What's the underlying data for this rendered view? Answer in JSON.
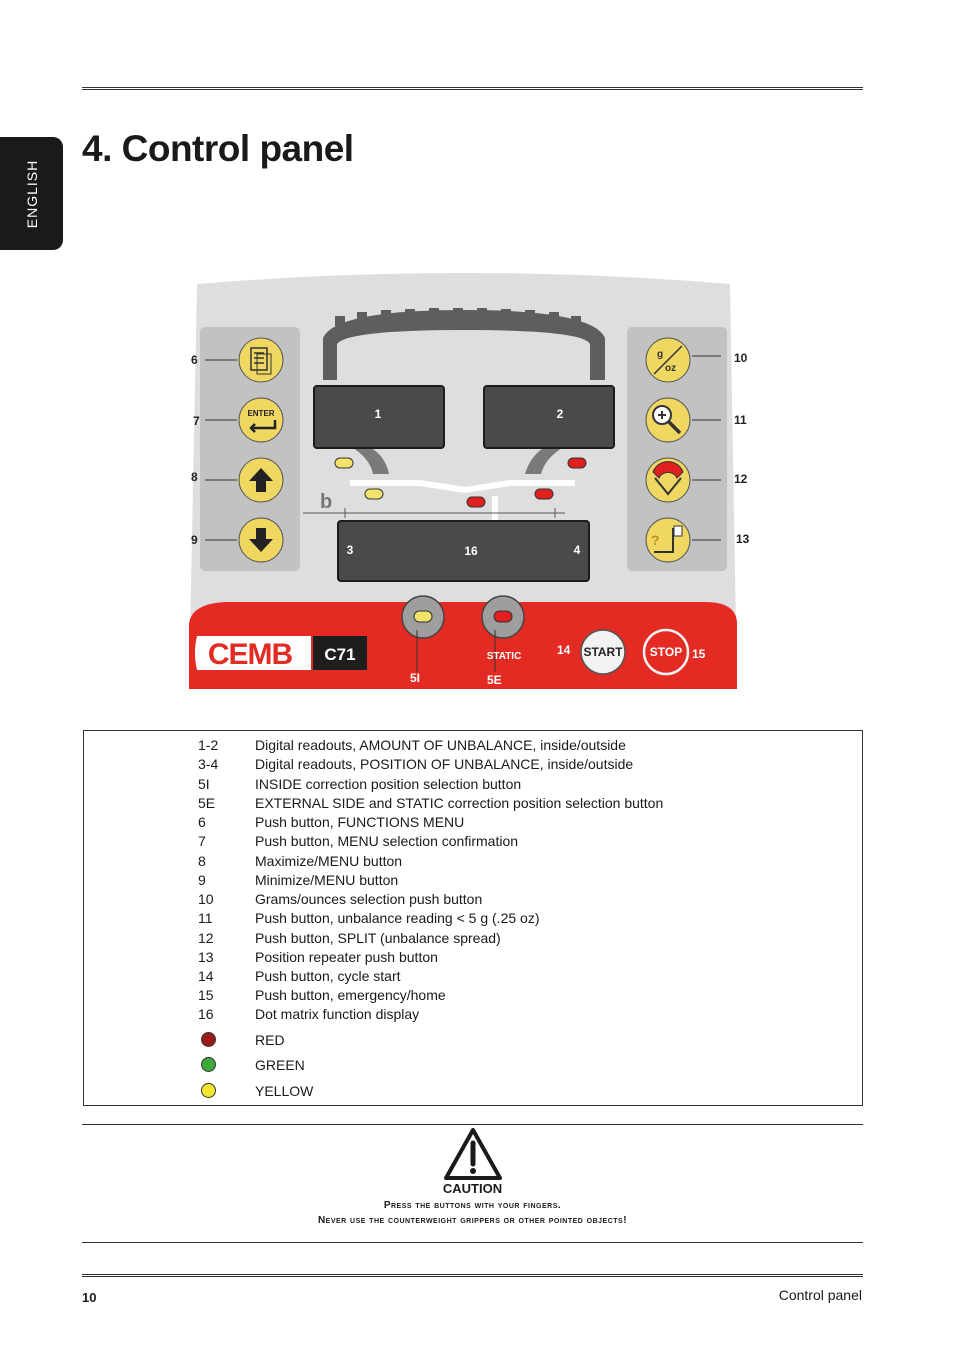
{
  "header": {
    "lang_tab": "ENGLISH",
    "title": "4.  Control panel"
  },
  "panel": {
    "brand": "CEMB",
    "model": "C71",
    "static_label": "STATIC",
    "start_label": "START",
    "stop_label": "STOP",
    "enter_label": "ENTER",
    "units_g": "g",
    "units_oz": "oz",
    "b_label": "b",
    "displays": {
      "d1": "1",
      "d2": "2",
      "d3": "3",
      "d4": "4",
      "d16": "16"
    },
    "callouts": {
      "c6": "6",
      "c7": "7",
      "c8": "8",
      "c9": "9",
      "c10": "10",
      "c11": "11",
      "c12": "12",
      "c13": "13",
      "c14": "14",
      "c15": "15",
      "c5i": "5I",
      "c5e": "5E"
    },
    "colors": {
      "panel_bg": "#dedede",
      "accent_red": "#e32b24",
      "display": "#4a4a4c",
      "key_yellow": "#efd762",
      "led_red": "#e01f1f",
      "led_yellow": "#f2e36a"
    }
  },
  "legend": {
    "rows": [
      {
        "code": "1-2",
        "desc": "Digital readouts, AMOUNT OF UNBALANCE, inside/outside"
      },
      {
        "code": "3-4",
        "desc": "Digital readouts, POSITION  OF UNBALANCE, inside/outside"
      },
      {
        "code": "5I",
        "desc": "INSIDE correction position selection button"
      },
      {
        "code": "5E",
        "desc": "EXTERNAL SIDE and STATIC correction position selection button"
      },
      {
        "code": "6",
        "desc": "Push button, FUNCTIONS MENU"
      },
      {
        "code": "7",
        "desc": "Push button, MENU selection confirmation"
      },
      {
        "code": "8",
        "desc": "Maximize/MENU button"
      },
      {
        "code": "9",
        "desc": "Minimize/MENU button"
      },
      {
        "code": "10",
        "desc": "Grams/ounces selection push button"
      },
      {
        "code": "11",
        "desc": "Push button, unbalance reading < 5 g (.25 oz)"
      },
      {
        "code": "12",
        "desc": "Push button, SPLIT (unbalance spread)"
      },
      {
        "code": "13",
        "desc": "Position repeater push button"
      },
      {
        "code": "14",
        "desc": "Push button, cycle start"
      },
      {
        "code": "15",
        "desc": "Push button, emergency/home"
      },
      {
        "code": "16",
        "desc": "Dot matrix function display"
      }
    ],
    "colors": [
      {
        "label": "RED",
        "hex": "#9b1b1b"
      },
      {
        "label": "GREEN",
        "hex": "#3ea93a"
      },
      {
        "label": "YELLOW",
        "hex": "#f4e52e"
      }
    ]
  },
  "caution": {
    "title": "CAUTION",
    "line1": "Press the buttons with your fingers.",
    "line2": "Never use the counterweight grippers or other pointed objects!"
  },
  "footer": {
    "page_number": "10",
    "section": "Control panel"
  }
}
